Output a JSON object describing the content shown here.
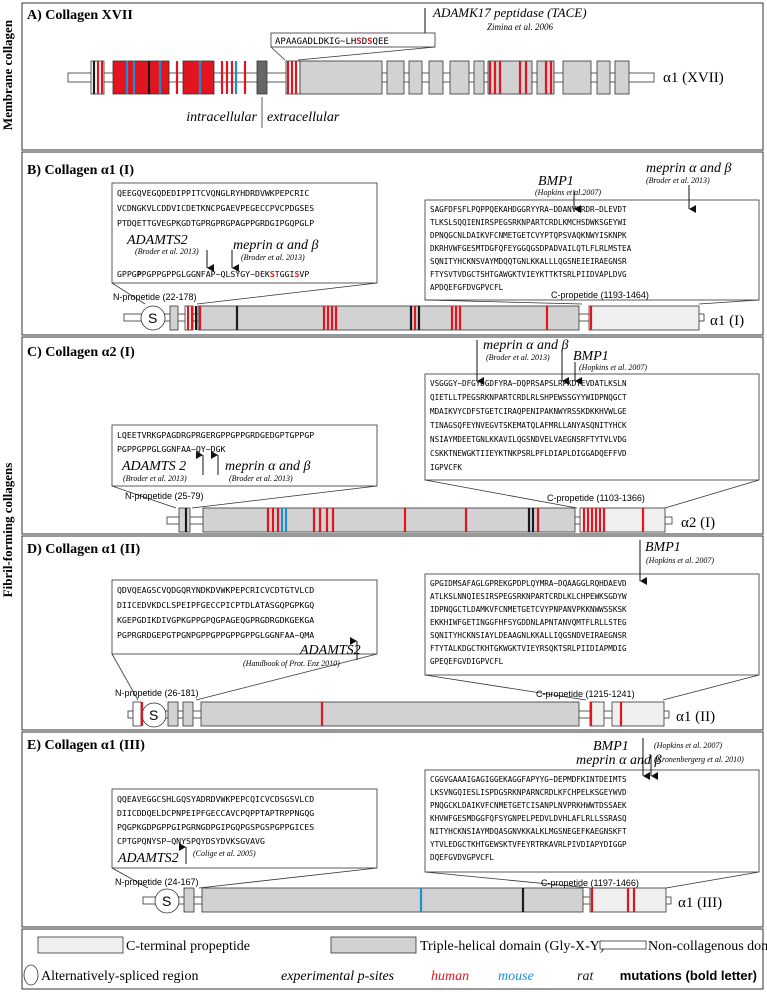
{
  "side_labels": {
    "membrane": "Membrane collagen",
    "fibril": "Fibril-forming collagens"
  },
  "colors": {
    "human": "#e2141f",
    "mouse": "#1c8fd3",
    "rat": "#1a1a1a",
    "triple_helical": "#d2d2d2",
    "c_propeptide": "#efefef",
    "frame": "#333333"
  },
  "panelA": {
    "title": "A) Collagen XVII",
    "enzyme": "ADAMK17 peptidase (TACE)",
    "ref": "Zimina et al. 2006",
    "seq_parts": [
      "APAAGADLDKIG~LH",
      "S",
      "D",
      "S",
      "QEE"
    ],
    "intracellular": "intracellular",
    "extracellular": "extracellular",
    "chain": "α1 (XVII)"
  },
  "panelB": {
    "title": "B) Collagen α1 (I)",
    "n_seq": [
      "QEEGQVEGQDEDIPPITCVQNGLRYHDRDVWKPEPCRIC",
      "VCDNGKVLCDDVICDETKNCPGAEVPEGECCPVCPDGSES",
      "PTDQETTGVEGPKGDTGPRGPRGPAGPPGRDGIPGQPGLP"
    ],
    "n_seq_last": [
      "GPPG",
      "P",
      "PGPPGPPGLGGNFAP~QLSYGY~DEK",
      "ST",
      "GGI",
      "S",
      "VP"
    ],
    "n_enzyme1": "ADAMTS2",
    "n_ref1": "(Broder et al. 2013)",
    "n_enzyme2": "meprin α and β",
    "n_ref2": "(Broder et al. 2013)",
    "c_seq": [
      "SAGFDFSFLPQPPQEKAHDGGRYYRA~DDANVVRDR~DLEVDT",
      "TLKSLSQQIENIRSPEGSRKNPARTCRDLKMCHSDWKSGEYWI",
      "DPNQGCNLDAIKVFCNMETGETCVYPTQPSVAQKNWYISKNPK",
      "DKRHVWFGESMTDGFQFEYGGQGSDPADVAILQTLFLRLMSTEA",
      "SQNITYHCKNSVAYMDQQTGNLKKALLLQGSNEIEIRAEGNSR",
      "FTYSVTVDGCTSHTGAWGKTVIEYKTTKTSRLPIIDVAPLDVG",
      "APDQEFGFDVGPVCFL"
    ],
    "c_enzyme1": "BMP1",
    "c_ref1": "(Hopkins et al.2007)",
    "c_enzyme2": "meprin α and β",
    "c_ref2": "(Broder et al. 2013)",
    "n_label": "N-propetide (22-178)",
    "c_label": "C-propetide (1193-1464)",
    "chain": "α1 (I)"
  },
  "panelC": {
    "title": "C) Collagen α2 (I)",
    "n_seq": [
      "LQEETVRKGPAGDRGPRGERGPPGPPGRDGEDGPTGPPGP",
      "PGPPGPPGLGGNFAA~QY~DGK"
    ],
    "n_enzyme1": "ADAMTS 2",
    "n_ref1": "(Broder et al. 2013)",
    "n_enzyme2": "meprin α and β",
    "n_ref2": "(Broder et al. 2013)",
    "c_seq": [
      "VSGGGY~DFGYDGDFYRA~DQPRSAPSLRPKDYEVDATLKSLN",
      "QIETLLTPEGSRKNPARTCRDLRLSHPEWSSGYYWIDPNQGCT",
      "MDAIKVYCDFSTGETCIRAQPENIPAKNWYRSSKDKKHVWLGE",
      "TINAGSQFEYNVEGVTSKEMATQLAFMRLLANYASQNITYHCK",
      "NSIAYMDEETGNLKKAVILQGSNDVELVAEGNSRFTYTVLVDG",
      "CSKKTNEWGKTIIEYKTNKPSRLPFLDIAPLDIGGADQEFFVD",
      "IGPVCFK"
    ],
    "c_enzyme1": "meprin α and β",
    "c_ref1": "(Broder et al. 2013)",
    "c_enzyme2": "BMP1",
    "c_ref2": "(Hopkins et al. 2007)",
    "n_label": "N-propetide (25-79)",
    "c_label": "C-propetide (1103-1366)",
    "chain": "α2 (I)"
  },
  "panelD": {
    "title": "D) Collagen α1 (II)",
    "n_seq": [
      "QDVQEAGSCVQDGQRYNDKDVWKPEPCRICVCDTGTVLCD",
      "DIICEDVKDCLSPEIPFGECCPICPTDLATASGQPGPKGQ",
      "KGEPGDIKDIVGPKGPPGPQGPAGEQGPRGDRGDKGEKGA",
      "PGPRGRDGEPGTPGNPGPPGPPGPPGPPGLGGNFAA~QMA"
    ],
    "n_enzyme": "ADAMTS2",
    "n_ref": "(Handbook of Prot. Enz 2010)",
    "c_seq": [
      "GPGIDMSAFAGLGPREKGPDPLQYMRA~DQAAGGLRQHDAEVD",
      "ATLKSLNNQIESIRSPEGSRKNPARTCRDLKLCHPEWKSGDYW",
      "IDPNQGCTLDAMKVFCNMETGETCVYPNPANVPKKNWWSSKSK",
      "EKKHIWFGETINGGFHFSYGDDNLAPNTANVQMTFLRLLSTEG",
      "SQNITYHCKNSIAYLDEAAGNLKKALLIQGSNDVEIRAEGNSR",
      "FTYTALKDGCTKHTGKWGKTVIEYRSQKTSRLPIIDIAPMDIG",
      "GPEQEFGVDIGPVCFL"
    ],
    "c_enzyme": "BMP1",
    "c_ref": "(Hopkins et al. 2007)",
    "n_label": "N-propetide (26-181)",
    "c_label": "C-propetide (1215-1241)",
    "chain": "α1 (II)"
  },
  "panelE": {
    "title": "E) Collagen α1 (III)",
    "n_seq": [
      "QQEAVEGGCSHLGQSYADRDVWKPEPCQICVCDSGSVLCD",
      "DIICDDQELDCPNPEIPFGECCAVCPQPPTAPTRPPNGQG",
      "PQGPKGDPGPPGIPGRNGDPGIPGQPGSPGSPGPPGICES",
      "CPTGPQNYSP~QNYSPQYDSYDVKSGVAVG"
    ],
    "n_enzyme": "ADAMTS2",
    "n_ref": "(Colige et al. 2005)",
    "c_seq": [
      "CGGVGAAAIGAGIGGEKAGGFAPYYG~DEPMDFKINTDEIMTS",
      "LKSVNGQIESLISPDGSRKNPARNCRDLKFCHPELKSGEYWVD",
      "PNQGCKLDAIKVFCNMETGETCISANPLNVPRKHWWTDSSAEK",
      "KHVWFGESMDGGFQFSYGNPELPEDVLDVHLAFLRLLSSRASQ",
      "NITYHCKNSIAYMDQASGNVKKALKLMGSNEGEFKAEGNSKFT",
      "YTVLEDGCTKHTGEWSKTVFEYRTRKAVRLPIVDIAPYDIGGP",
      "DQEFGVDVGPVCFL"
    ],
    "c_enzyme1": "BMP1",
    "c_ref1": "(Hopkins et al. 2007)",
    "c_enzyme2": "meprin α and β",
    "c_ref2": "(Kronenbergerg et al. 2010)",
    "n_label": "N-propetide (24-167)",
    "c_label": "C-propetide (1197-1466)",
    "chain": "α1 (III)"
  },
  "legend": {
    "c_terminal": "C-terminal propeptide",
    "triple": "Triple-helical domain (Gly-X-Y)",
    "noncol": "Non-collagenous domain",
    "alt": "Alternatively-spliced region",
    "exp": "experimental p-sites",
    "human": "human",
    "mouse": "mouse",
    "rat": "rat",
    "mutations": "mutations (bold letter)"
  }
}
